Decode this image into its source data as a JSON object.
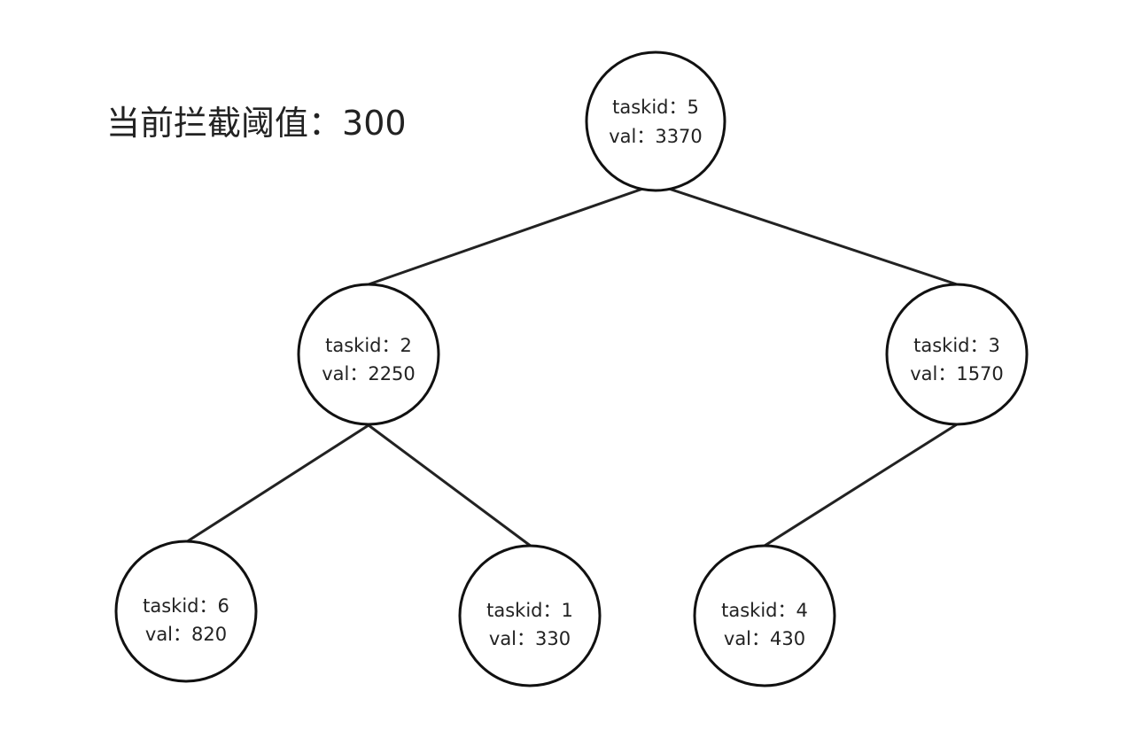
{
  "threshold": {
    "label": "当前拦截阈值：",
    "value": "300"
  },
  "nodes": [
    {
      "id": "n5",
      "taskid_text": "taskid：5",
      "val_text": "val：3370"
    },
    {
      "id": "n2",
      "taskid_text": "taskid：2",
      "val_text": "val：2250"
    },
    {
      "id": "n3",
      "taskid_text": "taskid：3",
      "val_text": "val：1570"
    },
    {
      "id": "n6",
      "taskid_text": "taskid：6",
      "val_text": "val：820"
    },
    {
      "id": "n1",
      "taskid_text": "taskid：1",
      "val_text": "val：330"
    },
    {
      "id": "n4",
      "taskid_text": "taskid：4",
      "val_text": "val：430"
    }
  ],
  "edges": [
    {
      "from": "n5",
      "to": "n2"
    },
    {
      "from": "n5",
      "to": "n3"
    },
    {
      "from": "n2",
      "to": "n6"
    },
    {
      "from": "n2",
      "to": "n1"
    },
    {
      "from": "n3",
      "to": "n4"
    }
  ]
}
